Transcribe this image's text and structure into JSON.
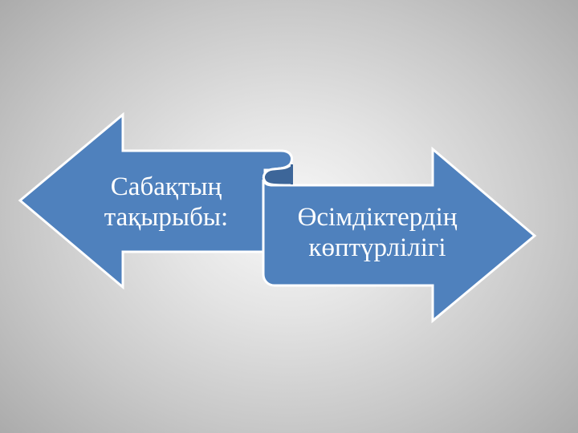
{
  "slide": {
    "background": {
      "center_color": "#f8f8f8",
      "edge_color": "#a9a9a9"
    },
    "diagram": {
      "type": "opposing-arrows-scroll",
      "fill_color": "#4f81bd",
      "curl_color": "#3d6699",
      "outline_color": "#ffffff",
      "left_arrow": {
        "direction": "left",
        "text_line1": "Сабақтың",
        "text_line2": "тақырыбы:"
      },
      "right_arrow": {
        "direction": "right",
        "text_line1": "Өсімдіктердің",
        "text_line2": "көптүрлілігі"
      }
    }
  }
}
